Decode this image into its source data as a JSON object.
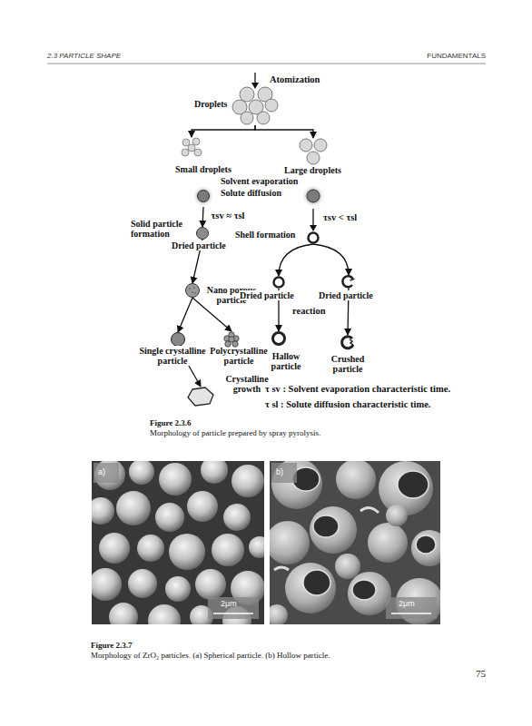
{
  "diagram": {
    "caption": "Morphology of particle prepared by spray pyrolysis.",
    "nodes": [
      {
        "text": [
          "Droplets"
        ]
      },
      {
        "text": [
          "Small droplets"
        ]
      },
      {
        "text": [
          "Large droplets"
        ]
      },
      {
        "text": [
          "Solvent evaporation",
          "Solute diffusion"
        ]
      },
      {
        "text": [
          "Solid particle formation",
          "Dried particle"
        ]
      },
      {
        "text": [
          "Shell formation"
        ]
      },
      {
        "text": [
          "Nano porous particle"
        ]
      },
      {
        "text": [
          "Dried particle"
        ]
      },
      {
        "text": [
          "Dried particle"
        ]
      },
      {
        "text": [
          "Single crystalline particle"
        ]
      },
      {
        "text": [
          "Polycrystalline particle"
        ]
      },
      {
        "text": [
          "Hallow particle"
        ]
      },
      {
        "text": [
          "Crushed particle"
        ]
      },
      {
        "text": [
          "Crystalline growth"
        ]
      }
    ],
    "edges": [
      {
        "from": 0,
        "to": 1,
        "arrow": "to"
      },
      {
        "from": 0,
        "to": 2,
        "arrow": "to"
      },
      {
        "from": 3,
        "to": 4,
        "label": "τsv ≈ τsl",
        "arrow": "to"
      },
      {
        "from": 4,
        "to": 6,
        "arrow": "to"
      },
      {
        "from": 5,
        "to": 7,
        "arrow": "to"
      },
      {
        "from": 5,
        "to": 8,
        "arrow": "to"
      },
      {
        "from": 6,
        "to": 9,
        "arrow": "to"
      },
      {
        "from": 6,
        "to": 10,
        "arrow": "to"
      },
      {
        "from": 7,
        "to": 11,
        "arrow": "to"
      },
      {
        "from": 8,
        "to": 12,
        "arrow": "to"
      },
      {
        "from": 9,
        "to": 13,
        "arrow": "to"
      }
    ],
    "labels": [
      "2.3 PARTICLE SHAPE",
      "FUNDAMENTALS",
      "Atomization",
      "τsv < τsl",
      "reaction",
      "τ sv : Solvent evaporation characteristic time.",
      "τ sl : Solute diffusion characteristic time.",
      "Figure 2.3.6",
      "a)",
      "b)",
      "2μm",
      "2μm",
      "Figure 2.3.7",
      "Morphology of ZrO₂ particles. (a) Spherical particle. (b) Hollow particle.",
      "75"
    ]
  }
}
